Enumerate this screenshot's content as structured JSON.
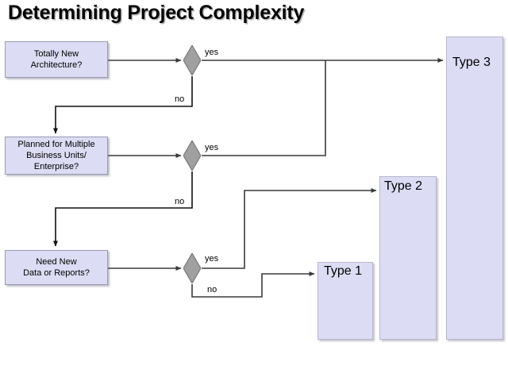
{
  "slide": {
    "title": "Determining Project Complexity",
    "background_color": "#ffffff"
  },
  "colors": {
    "box_fill": "#dcdcf4",
    "box_border": "#9a9ab4",
    "diamond_fill": "#a0a0a0",
    "diamond_border": "#6e6e6e",
    "line": "#3a3a3a",
    "text": "#000000"
  },
  "decisions": [
    {
      "id": "decision-1",
      "text": "Totally New\nArchitecture?",
      "line1": "Totally New",
      "line2": "Architecture?",
      "line3": "",
      "yes_label": "yes",
      "no_label": "no",
      "yes_target": "Type 3",
      "no_target": "decision-2"
    },
    {
      "id": "decision-2",
      "text": "Planned for Multiple Business Units/ Enterprise?",
      "line1": "Planned for Multiple",
      "line2": "Business Units/",
      "line3": "Enterprise?",
      "yes_label": "yes",
      "no_label": "no",
      "yes_target": "Type 3",
      "no_target": "decision-3"
    },
    {
      "id": "decision-3",
      "text": "Need New Data or Reports?",
      "line1": "Need New",
      "line2": "Data or Reports?",
      "line3": "",
      "yes_label": "yes",
      "no_label": "no",
      "yes_target": "Type 2",
      "no_target": "Type 1"
    }
  ],
  "outcomes": [
    {
      "id": "type-1",
      "label": "Type 1"
    },
    {
      "id": "type-2",
      "label": "Type 2"
    },
    {
      "id": "type-3",
      "label": "Type 3"
    }
  ]
}
